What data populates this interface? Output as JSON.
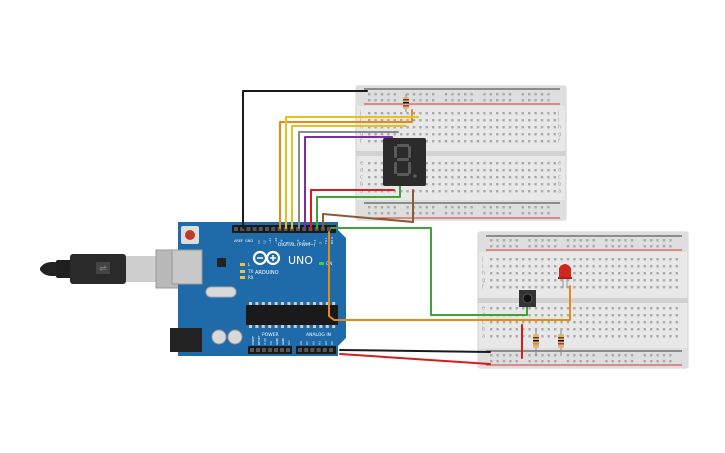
{
  "arduino": {
    "brand": "ARDUINO",
    "model": "UNO",
    "digital_label": "DIGITAL (PWM~)",
    "power_label": "POWER",
    "analog_label": "ANALOG IN",
    "board_color": "#1f6aa8",
    "on_label": "ON",
    "tx_label": "TX",
    "rx_label": "RX",
    "l_label": "L",
    "aref_label": "AREF",
    "gnd_label": "GND",
    "digital_pins": [
      "13",
      "12",
      "~11",
      "~10",
      "~9",
      "8",
      "7",
      "~6",
      "~5",
      "4",
      "~3",
      "2",
      "TX 1",
      "RX 0"
    ],
    "power_pins": [
      "IOREF",
      "RESET",
      "3.3V",
      "5V",
      "GND",
      "GND",
      "Vin"
    ],
    "analog_pins": [
      "A0",
      "A1",
      "A2",
      "A3",
      "A4",
      "A5"
    ]
  },
  "display": {
    "digit": "8.",
    "segment_color": "#5a5a5a",
    "body_color": "#2b2b2b"
  },
  "breadboard_top": {
    "row_letters": [
      "a",
      "b",
      "c",
      "d",
      "e",
      "f",
      "g",
      "h",
      "i",
      "j"
    ],
    "rail_red": "#d33b30",
    "rail_blue": "#3a3a3a"
  },
  "breadboard_bottom": {
    "row_letters": [
      "a",
      "b",
      "c",
      "d",
      "e",
      "f",
      "g",
      "h",
      "i",
      "j"
    ]
  },
  "led": {
    "color": "#d0281c"
  },
  "wire_colors": {
    "black": "#1a1a1a",
    "orange": "#e88a10",
    "yellow": "#e6c020",
    "purple": "#7a2fa0",
    "gray": "#8a8a8a",
    "red": "#d81c1c",
    "green": "#3fa33a",
    "brown": "#8a5a36"
  }
}
